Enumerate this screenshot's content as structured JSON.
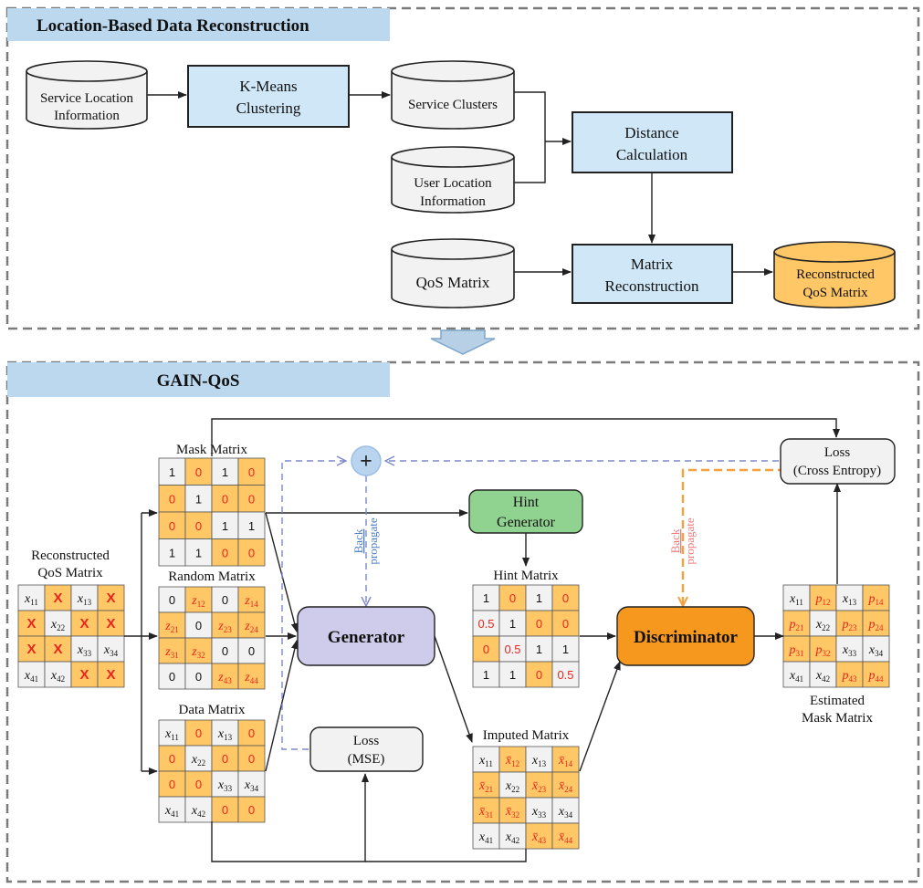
{
  "top_section": {
    "title": "Location-Based Data Reconstruction",
    "service_location": [
      "Service Location",
      "Information"
    ],
    "kmeans": [
      "K-Means",
      "Clustering"
    ],
    "service_clusters": "Service Clusters",
    "user_location": [
      "User Location",
      "Information"
    ],
    "distance_calc": [
      "Distance",
      "Calculation"
    ],
    "qos_matrix": "QoS Matrix",
    "matrix_reconstruction": [
      "Matrix",
      "Reconstruction"
    ],
    "reconstructed_qos": [
      "Reconstructed",
      "QoS Matrix"
    ]
  },
  "bottom_section": {
    "title": "GAIN-QoS",
    "plus_symbol": "+",
    "loss_ce": [
      "Loss",
      "(Cross Entropy)"
    ],
    "back_propagate": [
      "Back",
      "propagate"
    ],
    "hint_generator": [
      "Hint",
      "Generator"
    ],
    "generator": "Generator",
    "discriminator": "Discriminator",
    "loss_mse": [
      "Loss",
      "(MSE)"
    ],
    "labels": {
      "mask": "Mask Matrix",
      "random": "Random Matrix",
      "data": "Data Matrix",
      "hint": "Hint Matrix",
      "imputed": "Imputed Matrix",
      "reconstructed": [
        "Reconstructed",
        "QoS Matrix"
      ],
      "estimated": [
        "Estimated",
        "Mask Matrix"
      ]
    }
  },
  "colors": {
    "light_blue": "#cfe7f7",
    "section_header": "#bcd8ee",
    "orange_cell": "#ffc766",
    "purple": "#cfcbea",
    "green": "#90d290",
    "orange_box": "#f7981e",
    "red_text": "#e8261f",
    "blue_dash": "#7b88cc",
    "orange_dash": "#f4a140"
  },
  "matrices": {
    "reconstructed": [
      [
        {
          "t": "x",
          "s": "11"
        },
        {
          "t": "X",
          "o": 1
        },
        {
          "t": "x",
          "s": "13"
        },
        {
          "t": "X",
          "o": 1
        }
      ],
      [
        {
          "t": "X",
          "o": 1
        },
        {
          "t": "x",
          "s": "22"
        },
        {
          "t": "X",
          "o": 1
        },
        {
          "t": "X",
          "o": 1
        }
      ],
      [
        {
          "t": "X",
          "o": 1
        },
        {
          "t": "X",
          "o": 1
        },
        {
          "t": "x",
          "s": "33"
        },
        {
          "t": "x",
          "s": "34"
        }
      ],
      [
        {
          "t": "x",
          "s": "41"
        },
        {
          "t": "x",
          "s": "42"
        },
        {
          "t": "X",
          "o": 1
        },
        {
          "t": "X",
          "o": 1
        }
      ]
    ],
    "mask": [
      [
        {
          "t": "1"
        },
        {
          "t": "0",
          "o": 1
        },
        {
          "t": "1"
        },
        {
          "t": "0",
          "o": 1
        }
      ],
      [
        {
          "t": "0",
          "o": 1
        },
        {
          "t": "1"
        },
        {
          "t": "0",
          "o": 1
        },
        {
          "t": "0",
          "o": 1
        }
      ],
      [
        {
          "t": "0",
          "o": 1
        },
        {
          "t": "0",
          "o": 1
        },
        {
          "t": "1"
        },
        {
          "t": "1"
        }
      ],
      [
        {
          "t": "1"
        },
        {
          "t": "1"
        },
        {
          "t": "0",
          "o": 1
        },
        {
          "t": "0",
          "o": 1
        }
      ]
    ],
    "random": [
      [
        {
          "t": "0"
        },
        {
          "t": "z",
          "s": "12",
          "o": 1
        },
        {
          "t": "0"
        },
        {
          "t": "z",
          "s": "14",
          "o": 1
        }
      ],
      [
        {
          "t": "z",
          "s": "21",
          "o": 1
        },
        {
          "t": "0"
        },
        {
          "t": "z",
          "s": "23",
          "o": 1
        },
        {
          "t": "z",
          "s": "24",
          "o": 1
        }
      ],
      [
        {
          "t": "z",
          "s": "31",
          "o": 1
        },
        {
          "t": "z",
          "s": "32",
          "o": 1
        },
        {
          "t": "0"
        },
        {
          "t": "0"
        }
      ],
      [
        {
          "t": "0"
        },
        {
          "t": "0"
        },
        {
          "t": "z",
          "s": "43",
          "o": 1
        },
        {
          "t": "z",
          "s": "44",
          "o": 1
        }
      ]
    ],
    "data": [
      [
        {
          "t": "x",
          "s": "11"
        },
        {
          "t": "0",
          "o": 1
        },
        {
          "t": "x",
          "s": "13"
        },
        {
          "t": "0",
          "o": 1
        }
      ],
      [
        {
          "t": "0",
          "o": 1
        },
        {
          "t": "x",
          "s": "22"
        },
        {
          "t": "0",
          "o": 1
        },
        {
          "t": "0",
          "o": 1
        }
      ],
      [
        {
          "t": "0",
          "o": 1
        },
        {
          "t": "0",
          "o": 1
        },
        {
          "t": "x",
          "s": "33"
        },
        {
          "t": "x",
          "s": "34"
        }
      ],
      [
        {
          "t": "x",
          "s": "41"
        },
        {
          "t": "x",
          "s": "42"
        },
        {
          "t": "0",
          "o": 1
        },
        {
          "t": "0",
          "o": 1
        }
      ]
    ],
    "hint": [
      [
        {
          "t": "1"
        },
        {
          "t": "0",
          "o": 1
        },
        {
          "t": "1"
        },
        {
          "t": "0",
          "o": 1
        }
      ],
      [
        {
          "t": "0.5",
          "red": 1
        },
        {
          "t": "1"
        },
        {
          "t": "0",
          "o": 1
        },
        {
          "t": "0",
          "o": 1
        }
      ],
      [
        {
          "t": "0",
          "o": 1
        },
        {
          "t": "0.5",
          "red": 1
        },
        {
          "t": "1"
        },
        {
          "t": "1"
        }
      ],
      [
        {
          "t": "1"
        },
        {
          "t": "1"
        },
        {
          "t": "0",
          "o": 1
        },
        {
          "t": "0.5",
          "red": 1
        }
      ]
    ],
    "imputed": [
      [
        {
          "t": "x",
          "s": "11"
        },
        {
          "t": "x̄",
          "s": "12",
          "o": 1
        },
        {
          "t": "x",
          "s": "13"
        },
        {
          "t": "x̄",
          "s": "14",
          "o": 1
        }
      ],
      [
        {
          "t": "x̄",
          "s": "21",
          "o": 1
        },
        {
          "t": "x",
          "s": "22"
        },
        {
          "t": "x̄",
          "s": "23",
          "o": 1
        },
        {
          "t": "x̄",
          "s": "24",
          "o": 1
        }
      ],
      [
        {
          "t": "x̄",
          "s": "31",
          "o": 1
        },
        {
          "t": "x̄",
          "s": "32",
          "o": 1
        },
        {
          "t": "x",
          "s": "33"
        },
        {
          "t": "x",
          "s": "34"
        }
      ],
      [
        {
          "t": "x",
          "s": "41"
        },
        {
          "t": "x",
          "s": "42"
        },
        {
          "t": "x̄",
          "s": "43",
          "o": 1
        },
        {
          "t": "x̄",
          "s": "44",
          "o": 1
        }
      ]
    ],
    "estimated": [
      [
        {
          "t": "x",
          "s": "11"
        },
        {
          "t": "p",
          "s": "12",
          "o": 1
        },
        {
          "t": "x",
          "s": "13"
        },
        {
          "t": "p",
          "s": "14",
          "o": 1
        }
      ],
      [
        {
          "t": "p",
          "s": "21",
          "o": 1
        },
        {
          "t": "x",
          "s": "22"
        },
        {
          "t": "p",
          "s": "23",
          "o": 1
        },
        {
          "t": "p",
          "s": "24",
          "o": 1
        }
      ],
      [
        {
          "t": "p",
          "s": "31",
          "o": 1
        },
        {
          "t": "p",
          "s": "32",
          "o": 1
        },
        {
          "t": "x",
          "s": "33"
        },
        {
          "t": "x",
          "s": "34"
        }
      ],
      [
        {
          "t": "x",
          "s": "41"
        },
        {
          "t": "x",
          "s": "42"
        },
        {
          "t": "p",
          "s": "43",
          "o": 1
        },
        {
          "t": "p",
          "s": "44",
          "o": 1
        }
      ]
    ]
  }
}
